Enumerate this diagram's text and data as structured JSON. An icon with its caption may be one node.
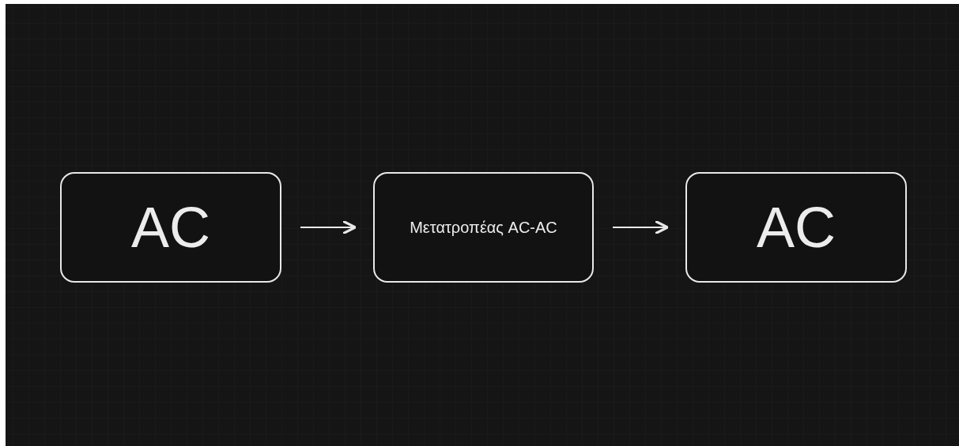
{
  "diagram": {
    "nodes": [
      {
        "text": [
          "AC"
        ]
      },
      {
        "text": [
          "Μετατροπέας AC-AC"
        ]
      },
      {
        "text": [
          "AC"
        ]
      }
    ],
    "edges": [
      {
        "from": 0,
        "to": 1,
        "arrow": "to"
      },
      {
        "from": 1,
        "to": 2,
        "arrow": "to"
      }
    ]
  }
}
